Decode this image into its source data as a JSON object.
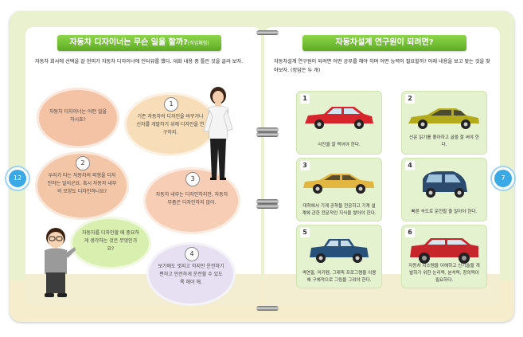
{
  "left_page": {
    "title": "자동차 디자이너는 무슨 일을 할까?",
    "title_note": "(직업체험)",
    "intro": "자동차 회사에 선택을 갈 현피가 자동차 디자이너에 인터뷰를 했다. 대화 내용 중 틀린 것을 골라 보자.",
    "page_number": "12",
    "bubbles": [
      {
        "number": "",
        "text": "자동차 디자이너는 어떤 일을 하시죠?",
        "color": "#f4c3a5"
      },
      {
        "number": "1",
        "text": "기존 자동차의 디자인을 바꾸거나 신차를 개발하기 위해 디자인을 연구하지.",
        "color": "#f7ddb8"
      },
      {
        "number": "2",
        "text": "우리가 타는 자동차의 외형을 디자인하는 일이군요. 혹시 자동차 내부의 모양도 디자인하나요?",
        "color": "#f4c6a8"
      },
      {
        "number": "3",
        "text": "자동차 내부는 디자인하지만, 자동차 부품은 디자인하지 않아.",
        "color": "#f7cdb5"
      },
      {
        "number": "",
        "text": "자동차를 디자인할 때 중요하게 생각하는 것은 무엇인가요?",
        "color": "#d9efb0"
      },
      {
        "number": "4",
        "text": "보기에도 멋지고 하지만 운전하기 편하고 안전하게 운전할 수 있도록 해야 해.",
        "color": "#e7e0f2"
      }
    ]
  },
  "right_page": {
    "title": "자동차설계 연구원이 되려면?",
    "intro": "자동차설계 연구원이 되려면 어떤 공부를 해야 하며 어떤 능력이 필요할까? 아래 내용을 보고 맞는 것을 찾아보자. (정답은 두 개)",
    "page_number": "7",
    "tiles": [
      {
        "number": "1",
        "caption": "사진을 잘 찍어야 한다.",
        "car_color": "#d8242c"
      },
      {
        "number": "2",
        "caption": "신문 읽기를 좋아하고 글을 잘 써야 한다.",
        "car_color": "#b3aa1c"
      },
      {
        "number": "3",
        "caption": "대학에서 기계 공학을 전공하고 기계 설계에 관한 전문적인 지식을 쌓아야 한다.",
        "car_color": "#e2b640"
      },
      {
        "number": "4",
        "caption": "빠른 속도로 운전할 줄 알아야 한다.",
        "car_color": "#2b4a6e"
      },
      {
        "number": "5",
        "caption": "색연필, 미키펜, 그래픽 프로그램을 이용해 구체적으로 그림을 그려야 한다.",
        "car_color": "#27507a"
      },
      {
        "number": "6",
        "caption": "자동차 시스템을 이해하고 신기술을 개발하기 위한 논리력, 분석력, 창의력이 필요하다.",
        "car_color": "#c6252c"
      }
    ]
  }
}
